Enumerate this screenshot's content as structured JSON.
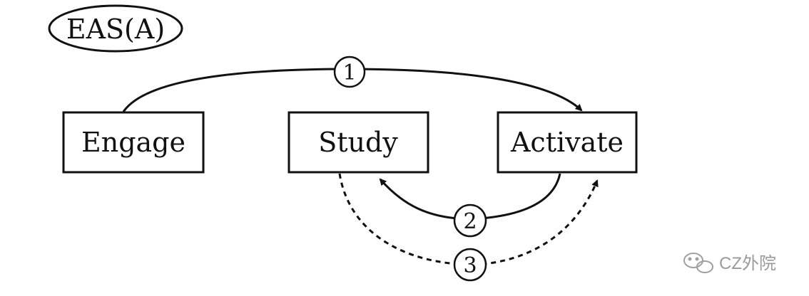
{
  "title": "EAS(A)",
  "boxes": {
    "engage": "Engage",
    "study": "Study",
    "activate": "Activate"
  },
  "arrows": {
    "one": "1",
    "two": "2",
    "three": "3"
  },
  "watermark": "CZ外院",
  "colors": {
    "ink": "#111111",
    "watermark": "#9a9a9a"
  }
}
